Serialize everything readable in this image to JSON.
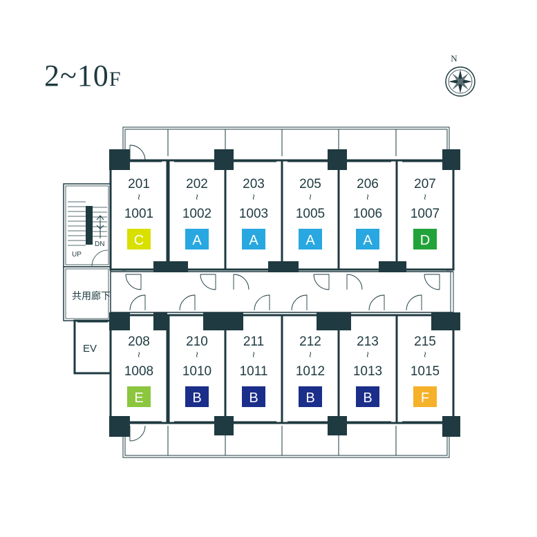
{
  "floor_label": {
    "main": "2~10",
    "suffix": "F"
  },
  "compass": {
    "north_label": "N"
  },
  "colors": {
    "wall": "#1f3a40",
    "type_A": "#29a7e0",
    "type_B": "#1b2e8a",
    "type_C": "#d9e000",
    "type_D": "#22a33a",
    "type_E": "#8cc63f",
    "type_F": "#f5b12a"
  },
  "units_top": [
    {
      "range_start": "201",
      "tilde": "~",
      "range_end": "1001",
      "type": "C"
    },
    {
      "range_start": "202",
      "tilde": "~",
      "range_end": "1002",
      "type": "A"
    },
    {
      "range_start": "203",
      "tilde": "~",
      "range_end": "1003",
      "type": "A"
    },
    {
      "range_start": "205",
      "tilde": "~",
      "range_end": "1005",
      "type": "A"
    },
    {
      "range_start": "206",
      "tilde": "~",
      "range_end": "1006",
      "type": "A"
    },
    {
      "range_start": "207",
      "tilde": "~",
      "range_end": "1007",
      "type": "D"
    }
  ],
  "units_bottom": [
    {
      "range_start": "208",
      "tilde": "~",
      "range_end": "1008",
      "type": "E"
    },
    {
      "range_start": "210",
      "tilde": "~",
      "range_end": "1010",
      "type": "B"
    },
    {
      "range_start": "211",
      "tilde": "~",
      "range_end": "1011",
      "type": "B"
    },
    {
      "range_start": "212",
      "tilde": "~",
      "range_end": "1012",
      "type": "B"
    },
    {
      "range_start": "213",
      "tilde": "~",
      "range_end": "1013",
      "type": "B"
    },
    {
      "range_start": "215",
      "tilde": "~",
      "range_end": "1015",
      "type": "F"
    }
  ],
  "common": {
    "corridor": "共用廊下",
    "elevator": "EV",
    "stair_up": "UP",
    "stair_down": "DN"
  }
}
